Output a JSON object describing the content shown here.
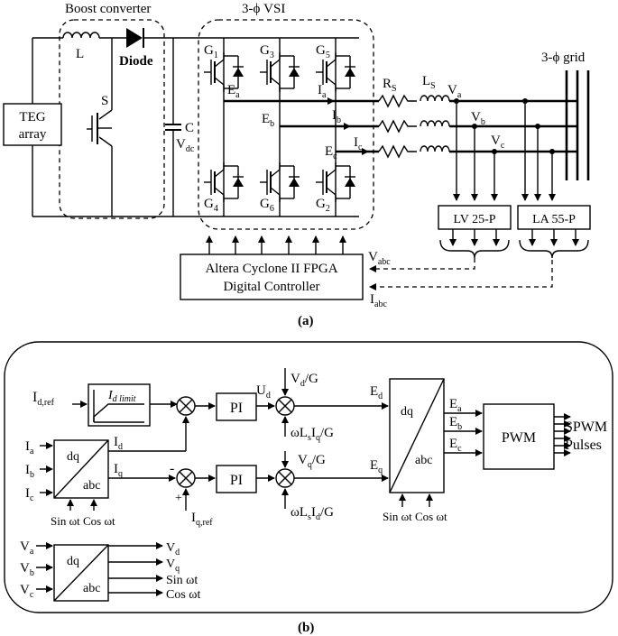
{
  "part_a": {
    "label": "(a)",
    "boost_title": "Boost converter",
    "vsi_title": "3-ϕ VSI",
    "grid_title": "3-ϕ grid",
    "teg_line1": "TEG",
    "teg_line2": "array",
    "inductor_label": "L",
    "diode_label": "Diode",
    "switch_label": "S",
    "cap_label": "C",
    "vdc_label": "V",
    "vdc_sub": "dc",
    "rs_label": "R",
    "rs_sub": "S",
    "ls_label": "L",
    "ls_sub": "S",
    "gates": [
      {
        "label": "G",
        "sub": "1"
      },
      {
        "label": "G",
        "sub": "3"
      },
      {
        "label": "G",
        "sub": "5"
      },
      {
        "label": "G",
        "sub": "4"
      },
      {
        "label": "G",
        "sub": "6"
      },
      {
        "label": "G",
        "sub": "2"
      }
    ],
    "phase_e": [
      {
        "label": "E",
        "sub": "a"
      },
      {
        "label": "E",
        "sub": "b"
      },
      {
        "label": "E",
        "sub": "c"
      }
    ],
    "phase_i": [
      {
        "label": "I",
        "sub": "a"
      },
      {
        "label": "I",
        "sub": "b"
      },
      {
        "label": "I",
        "sub": "c"
      }
    ],
    "phase_v": [
      {
        "label": "V",
        "sub": "a"
      },
      {
        "label": "V",
        "sub": "b"
      },
      {
        "label": "V",
        "sub": "c"
      }
    ],
    "lv_sensor": "LV 25-P",
    "la_sensor": "LA 55-P",
    "fpga_line1": "Altera Cyclone II FPGA",
    "fpga_line2": "Digital Controller",
    "vabc_label": "V",
    "vabc_sub": "abc",
    "iabc_label": "I",
    "iabc_sub": "abc"
  },
  "part_b": {
    "label": "(b)",
    "id_ref": "I",
    "id_ref_sub": "d,ref",
    "limit_label": "I",
    "limit_sub": "d limit",
    "pi": "PI",
    "ud": "U",
    "ud_sub": "d",
    "vd_g": "V",
    "vd_g_sub": "d",
    "vd_g_tail": "/G",
    "vq_g": "V",
    "vq_g_sub": "q",
    "vq_g_tail": "/G",
    "wls_iq": "ωL",
    "wls_iq_s": "s",
    "wls_iq_i": "I",
    "wls_iq_q": "q",
    "wls_iq_tail": "/G",
    "wls_id": "ωL",
    "wls_id_s": "s",
    "wls_id_i": "I",
    "wls_id_d": "d",
    "wls_id_tail": "/G",
    "iq_ref": "I",
    "iq_ref_sub": "q,ref",
    "minus": "-",
    "plus": "+",
    "dq": "dq",
    "abc": "abc",
    "sin_cos": "Sin ωt Cos ωt",
    "ed": "E",
    "ed_sub": "d",
    "eq": "E",
    "eq_sub": "q",
    "pwm": "PWM",
    "spwm_line1": "SPWM",
    "spwm_line2": "Pulses",
    "current_inputs": [
      {
        "label": "I",
        "sub": "a"
      },
      {
        "label": "I",
        "sub": "b"
      },
      {
        "label": "I",
        "sub": "c"
      }
    ],
    "current_outputs": [
      {
        "label": "I",
        "sub": "d"
      },
      {
        "label": "I",
        "sub": "q"
      }
    ],
    "e_outputs": [
      {
        "label": "E",
        "sub": "a"
      },
      {
        "label": "E",
        "sub": "b"
      },
      {
        "label": "E",
        "sub": "c"
      }
    ],
    "voltage_inputs": [
      {
        "label": "V",
        "sub": "a"
      },
      {
        "label": "V",
        "sub": "b"
      },
      {
        "label": "V",
        "sub": "c"
      }
    ],
    "voltage_outputs": [
      {
        "label": "V",
        "sub": "d"
      },
      {
        "label": "V",
        "sub": "q"
      },
      {
        "label": "Sin ωt",
        "sub": ""
      },
      {
        "label": "Cos ωt",
        "sub": ""
      }
    ]
  }
}
